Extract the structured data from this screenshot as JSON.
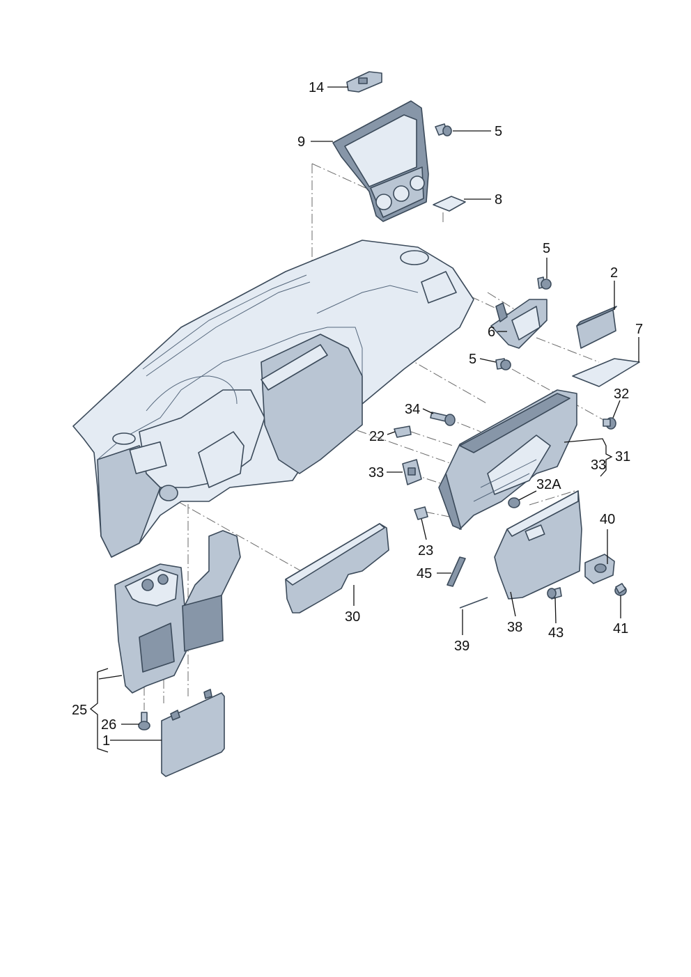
{
  "diagram": {
    "type": "exploded parts diagram",
    "colors": {
      "part_light": "#e4ebf3",
      "part_mid": "#b9c5d3",
      "part_dark": "#8796a8",
      "outline": "#3b4a5a",
      "label": "#111111"
    },
    "callouts": {
      "c14": "14",
      "c5_top": "5",
      "c9": "9",
      "c8": "8",
      "c5_mid": "5",
      "c2": "2",
      "c6": "6",
      "c7": "7",
      "c5_low": "5",
      "c32": "32",
      "c34": "34",
      "c22": "22",
      "c31": "31",
      "c33_right": "33",
      "c33_left": "33",
      "c32a": "32A",
      "c23": "23",
      "c40": "40",
      "c45": "45",
      "c30": "30",
      "c38": "38",
      "c43": "43",
      "c41": "41",
      "c39": "39",
      "c25": "25",
      "c26": "26",
      "c1": "1"
    }
  }
}
